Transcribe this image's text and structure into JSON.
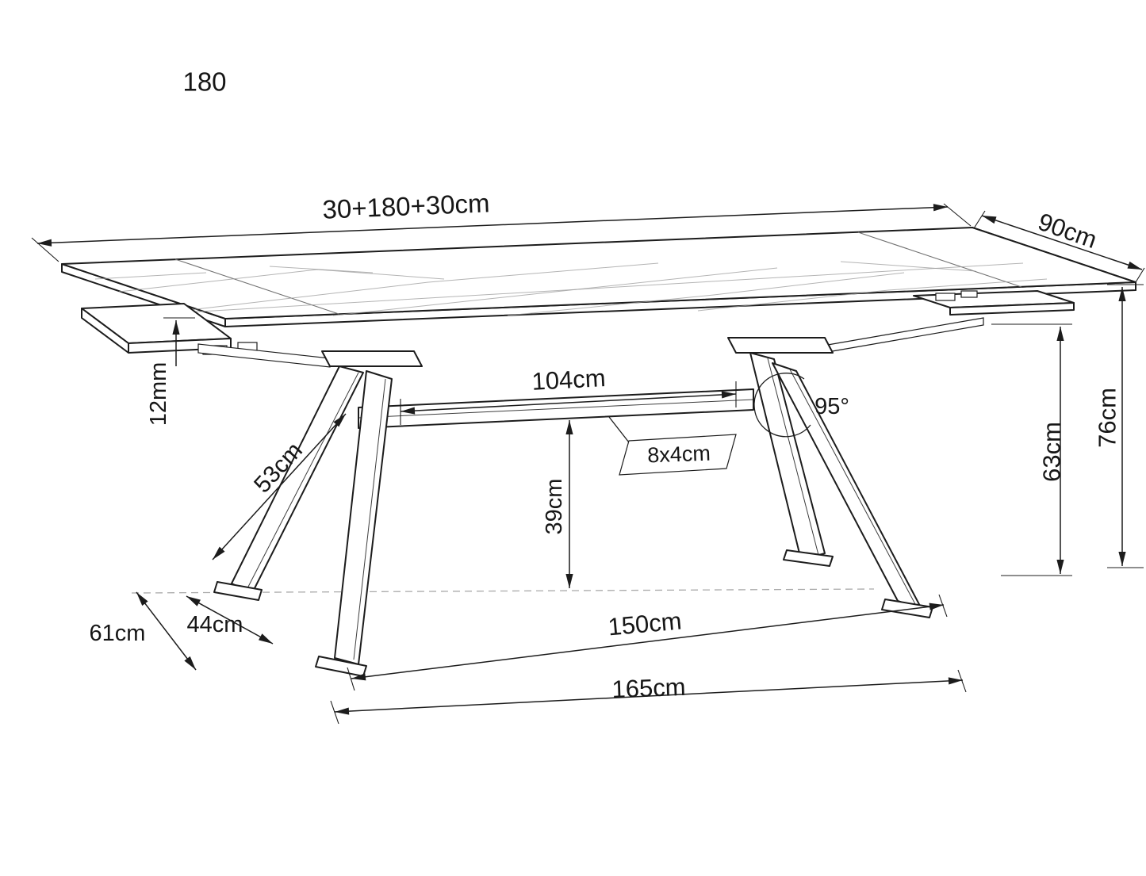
{
  "page": {
    "background": "#ffffff",
    "line_color": "#1c1c1c"
  },
  "diagram": {
    "model_label": "180",
    "dims": {
      "length_total": "30+180+30cm",
      "depth": "90cm",
      "top_thickness": "12mm",
      "beam_length": "104cm",
      "leg_angle": "95°",
      "beam_section": "8x4cm",
      "leg_brace": "53cm",
      "beam_floor_clearance": "39cm",
      "underside_height": "63cm",
      "total_height": "76cm",
      "foot_depth_outer": "61cm",
      "foot_depth_inner": "44cm",
      "feet_span_inner": "150cm",
      "feet_span_outer": "165cm"
    }
  }
}
